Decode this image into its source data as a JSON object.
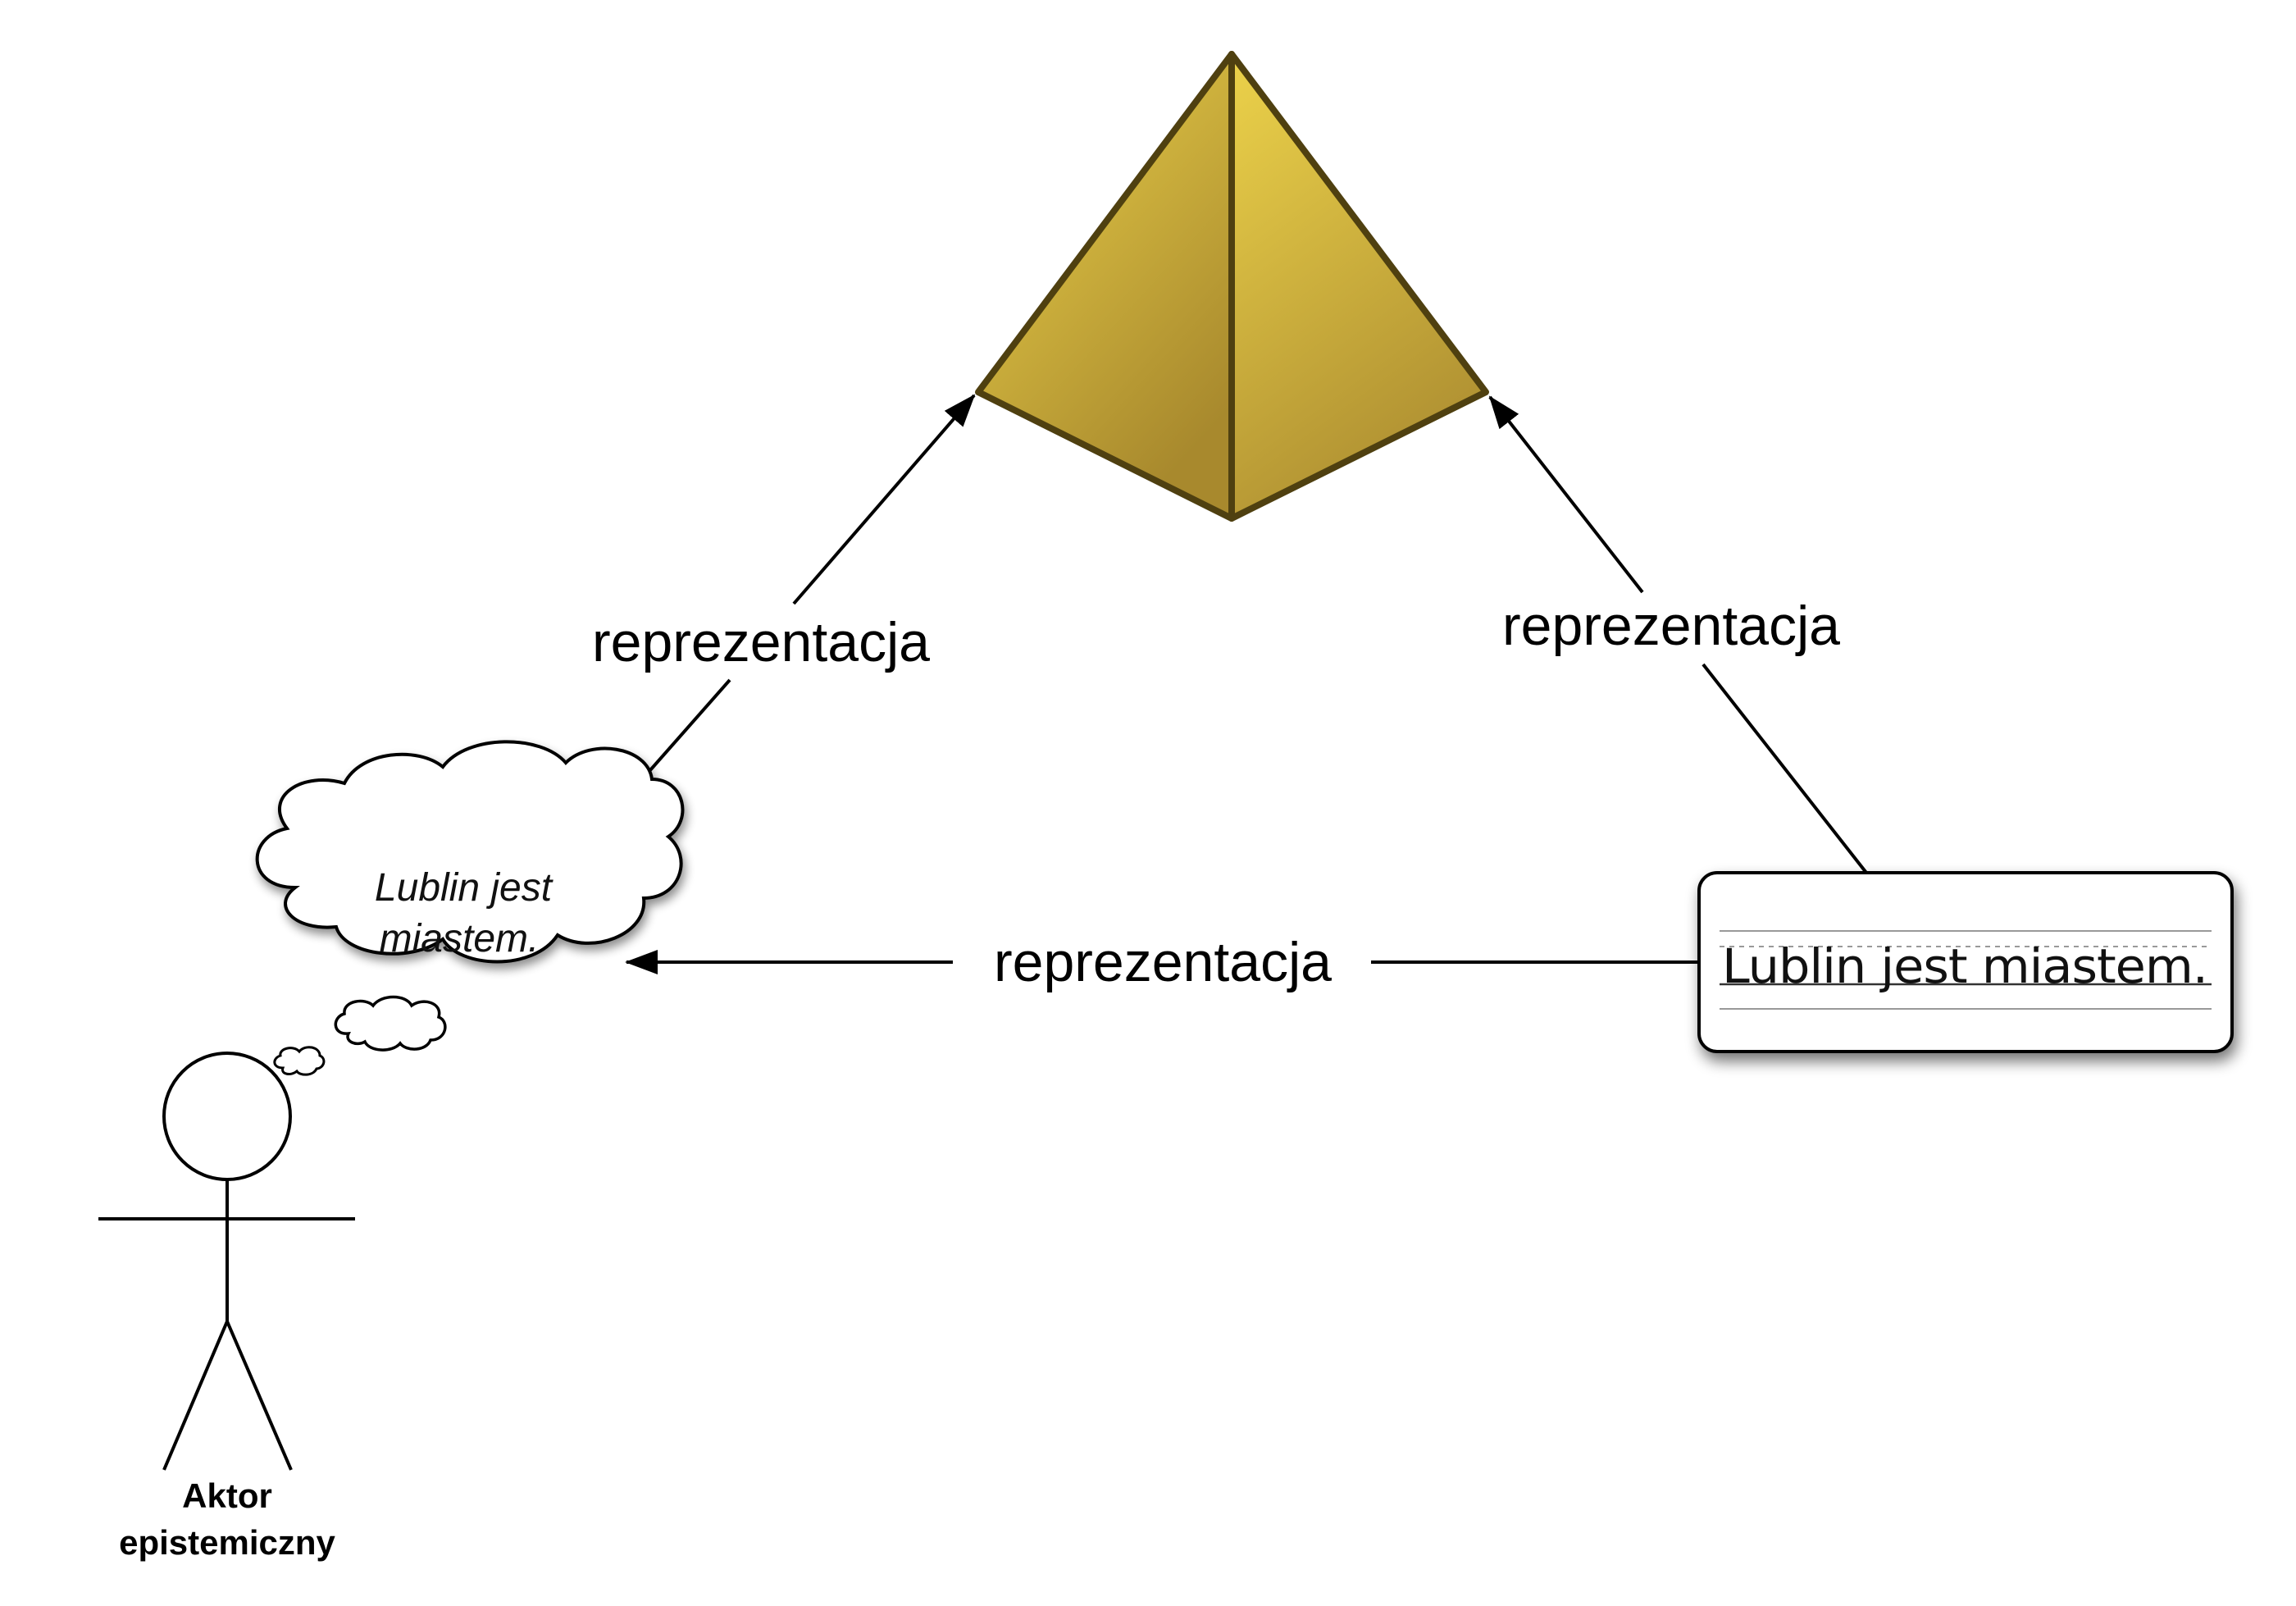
{
  "diagram": {
    "edge_labels": {
      "left": "reprezentacja",
      "right": "reprezentacja",
      "bottom": "reprezentacja"
    },
    "thought": {
      "line1": "Lublin jest",
      "line2": "miastem."
    },
    "written": {
      "text": "Lublin jest miastem."
    },
    "actor": {
      "line1": "Aktor",
      "line2": "epistemiczny"
    },
    "colors": {
      "pyramid_light": "#e8cd45",
      "pyramid_dark": "#a8892d",
      "pyramid_stroke": "#4f4010",
      "line": "#000000"
    }
  }
}
